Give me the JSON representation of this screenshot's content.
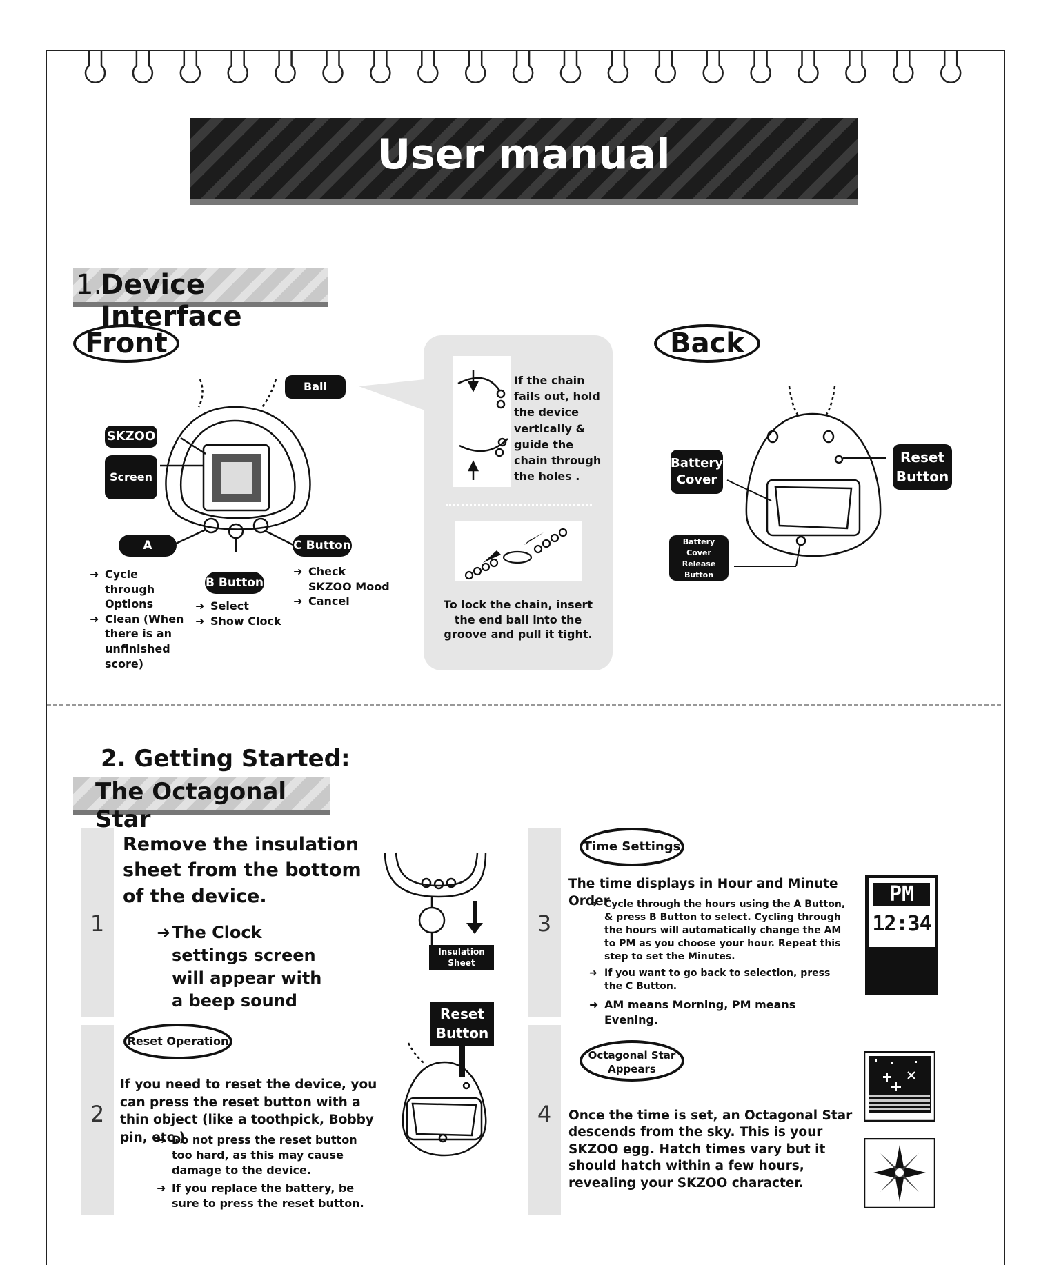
{
  "title": "User manual",
  "section1": {
    "number": "1.",
    "heading": "Device Interface",
    "front_label": "Front",
    "back_label": "Back",
    "ball_chain": "Ball Chain",
    "skzoo": "SKZOO",
    "screen": "Screen",
    "a_button": "A Button",
    "b_button": "B Button",
    "c_button": "C Button",
    "a_items": [
      "Cycle through Options",
      "Clean (When there is an unfinished score)"
    ],
    "b_items": [
      "Select",
      "Show Clock"
    ],
    "c_items": [
      "Check SKZOO Mood",
      "Cancel"
    ],
    "chain_tip": "If the chain fails out, hold the device vertically & guide the chain through the holes .",
    "lock_tip": "To lock the chain, insert the end ball into the groove and pull it tight.",
    "battery_cover": "Battery Cover",
    "reset_button": "Reset Button",
    "battery_release": "Battery Cover Release Button"
  },
  "section2": {
    "line1": "2. Getting Started:",
    "line2": "The Octagonal Star",
    "step1": {
      "num": "1",
      "main": "Remove the insulation sheet from the bottom of the device.",
      "bullet": "The Clock settings screen will appear with a beep sound",
      "sheet_label": "Insulation Sheet"
    },
    "step2": {
      "num": "2",
      "tag": "Reset Operation",
      "main": "If you need to reset the device, you can press the reset button with a thin object (like a toothpick, Bobby pin, etc.)",
      "bullets": [
        "Do not press the reset button too hard, as this may cause damage to the device.",
        "If you replace the battery, be sure to press the reset button."
      ],
      "reset_label": "Reset Button"
    },
    "step3": {
      "num": "3",
      "tag": "Time Settings",
      "heading": "The time displays in Hour and Minute Order",
      "bullets": [
        "Cycle through the hours using the A Button, & press B Button to select. Cycling through the hours will automatically change the AM to PM as you choose your hour. Repeat this step to set the Minutes.",
        "If you want to go back to selection, press the C Button.",
        "AM means Morning, PM means Evening."
      ],
      "screen_ampm": "PM",
      "screen_time": "12:34"
    },
    "step4": {
      "num": "4",
      "tag": "Octagonal Star Appears",
      "body": "Once the time is set, an Octagonal Star descends from the sky. This is your SKZOO egg. Hatch times vary but it should hatch within a few hours, revealing your SKZOO character."
    }
  }
}
